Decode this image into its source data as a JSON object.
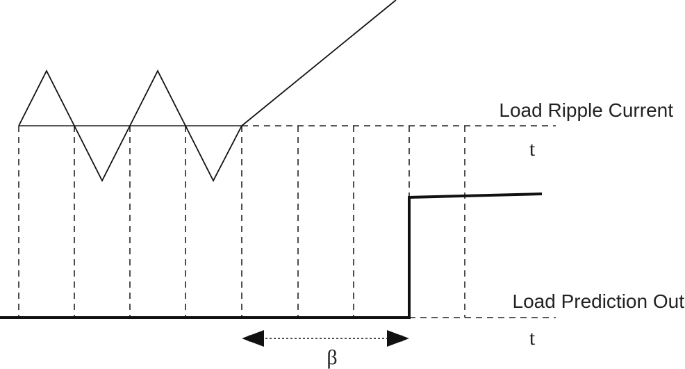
{
  "labels": {
    "ripple_current": "Load Ripple Current",
    "ripple_time_axis": "t",
    "prediction_out": "Load Prediction Out",
    "prediction_time_axis": "t",
    "delay": "β"
  }
}
